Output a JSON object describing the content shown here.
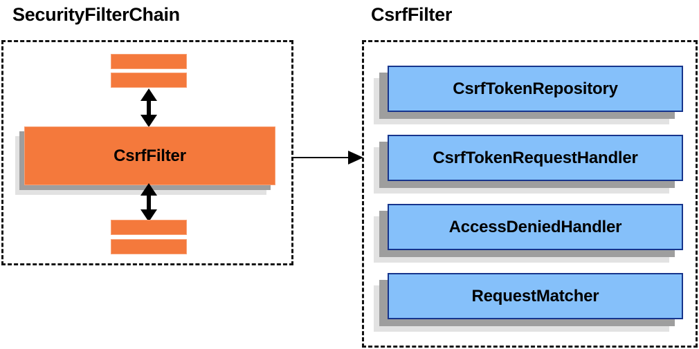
{
  "diagram": {
    "panels": [
      {
        "id": "security-filter-chain",
        "title": "SecurityFilterChain",
        "filter_box_label": "CsrfFilter",
        "stripes_above": 2,
        "stripes_below": 2
      },
      {
        "id": "csrf-filter",
        "title": "CsrfFilter",
        "components": [
          {
            "label": "CsrfTokenRepository"
          },
          {
            "label": "CsrfTokenRequestHandler"
          },
          {
            "label": "AccessDeniedHandler"
          },
          {
            "label": "RequestMatcher"
          }
        ]
      }
    ],
    "connectors": [
      {
        "name": "arrow-up",
        "type": "double-headed-vertical"
      },
      {
        "name": "arrow-down",
        "type": "double-headed-vertical"
      },
      {
        "name": "arrow-link",
        "type": "single-headed-horizontal"
      }
    ],
    "colors": {
      "orange_fill": "#f4793c",
      "orange_border": "#f8a074",
      "blue_fill": "#85c0fa",
      "blue_border": "#16348c",
      "shadow_dark": "#9e9e9e",
      "shadow_light": "#e2e2e2",
      "outline": "#111111",
      "text": "#000000",
      "background": "#ffffff"
    }
  }
}
